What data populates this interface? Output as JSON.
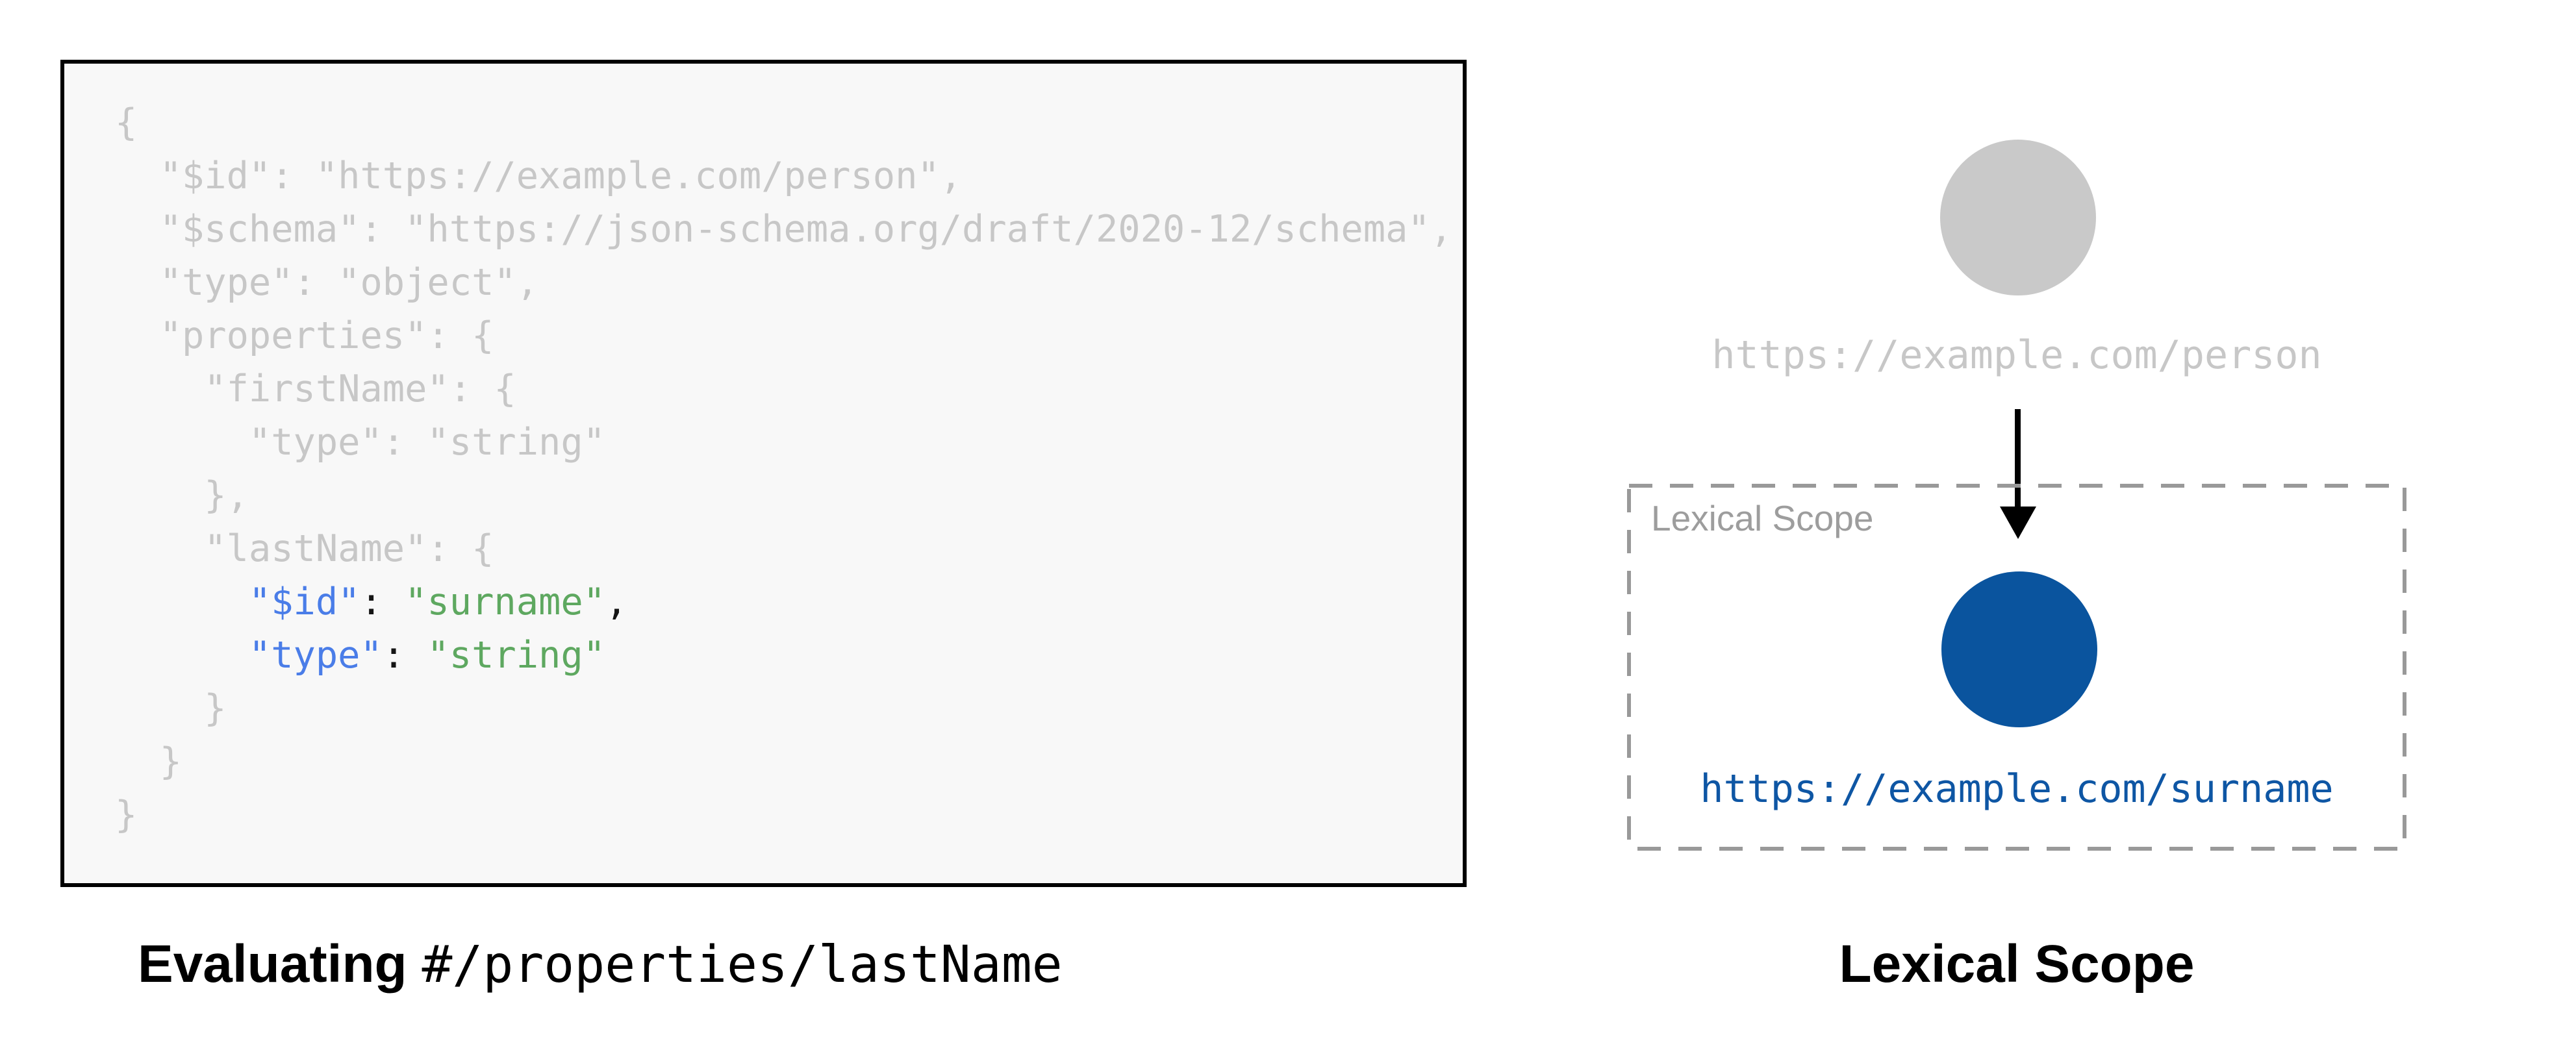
{
  "colors": {
    "panel_bg": "#f8f8f8",
    "panel_border": "#000000",
    "code_dim": "#c7c7c7",
    "code_key": "#4a7de8",
    "code_string": "#5ea860",
    "code_punct": "#151515",
    "node_gray": "#c9c9c9",
    "label_gray": "#c7c7c7",
    "scope_border": "#999999",
    "scope_label": "#9d9d9d",
    "node_blue": "#0a549e",
    "label_blue": "#0e56a4",
    "caption_black": "#000000"
  },
  "left": {
    "code_lines": [
      [
        {
          "t": "{",
          "c": "dim"
        }
      ],
      [
        {
          "t": "  \"$id\": \"https://example.com/person\",",
          "c": "dim"
        }
      ],
      [
        {
          "t": "  \"$schema\": \"https://json-schema.org/draft/2020-12/schema\",",
          "c": "dim"
        }
      ],
      [
        {
          "t": "  \"type\": \"object\",",
          "c": "dim"
        }
      ],
      [
        {
          "t": "  \"properties\": {",
          "c": "dim"
        }
      ],
      [
        {
          "t": "    \"firstName\": {",
          "c": "dim"
        }
      ],
      [
        {
          "t": "      \"type\": \"string\"",
          "c": "dim"
        }
      ],
      [
        {
          "t": "    },",
          "c": "dim"
        }
      ],
      [
        {
          "t": "    \"lastName\": {",
          "c": "dim"
        }
      ],
      [
        {
          "t": "      ",
          "c": "dim"
        },
        {
          "t": "\"$id\"",
          "c": "key"
        },
        {
          "t": ":",
          "c": "punct"
        },
        {
          "t": " ",
          "c": "dim"
        },
        {
          "t": "\"surname\"",
          "c": "str"
        },
        {
          "t": ",",
          "c": "punct"
        }
      ],
      [
        {
          "t": "      ",
          "c": "dim"
        },
        {
          "t": "\"type\"",
          "c": "key"
        },
        {
          "t": ":",
          "c": "punct"
        },
        {
          "t": " ",
          "c": "dim"
        },
        {
          "t": "\"string\"",
          "c": "str"
        }
      ],
      [
        {
          "t": "    }",
          "c": "dim"
        }
      ],
      [
        {
          "t": "  }",
          "c": "dim"
        }
      ],
      [
        {
          "t": "}",
          "c": "dim"
        }
      ]
    ],
    "caption_prefix": "Evaluating",
    "caption_path": "#/properties/lastName"
  },
  "right": {
    "parent_uri": "https://example.com/person",
    "scope_inner_label": "Lexical Scope",
    "child_uri": "https://example.com/surname",
    "caption": "Lexical Scope"
  }
}
